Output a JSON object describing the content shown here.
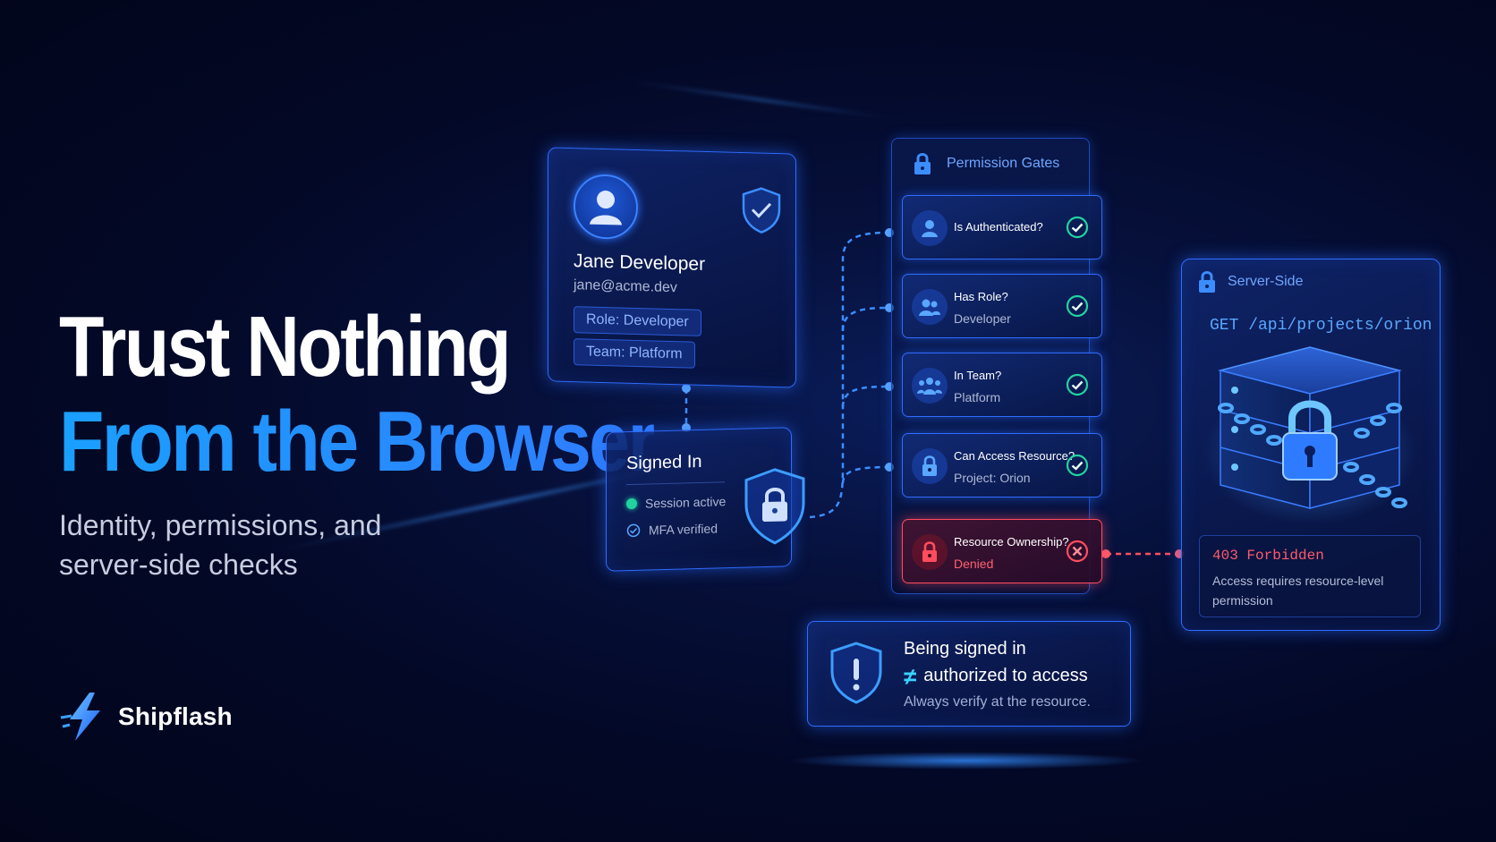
{
  "hero": {
    "title_line1": "Trust Nothing",
    "title_line2": "From the Browser",
    "subtitle": "Identity, permissions, and server-side checks"
  },
  "brand": {
    "name": "Shipflash",
    "icon": "lightning-bolt-icon"
  },
  "user_card": {
    "name": "Jane Developer",
    "email": "jane@acme.dev",
    "role_chip": "Role: Developer",
    "team_chip": "Team: Platform"
  },
  "signed_in": {
    "title": "Signed In",
    "session": "Session active",
    "mfa": "MFA verified"
  },
  "gates": {
    "title": "Permission Gates",
    "items": [
      {
        "label": "Is Authenticated?",
        "sub": "",
        "status": "pass",
        "icon": "user-icon"
      },
      {
        "label": "Has Role?",
        "sub": "Developer",
        "status": "pass",
        "icon": "users-icon"
      },
      {
        "label": "In Team?",
        "sub": "Platform",
        "status": "pass",
        "icon": "team-icon"
      },
      {
        "label": "Can Access Resource?",
        "sub": "Project: Orion",
        "status": "pass",
        "icon": "lock-icon"
      },
      {
        "label": "Resource Ownership?",
        "sub": "Denied",
        "status": "fail",
        "icon": "lock-icon"
      }
    ]
  },
  "server": {
    "title": "Server-Side",
    "endpoint": "GET /api/projects/orion",
    "error_title": "403 Forbidden",
    "error_text": "Access requires resource-level permission"
  },
  "note": {
    "line1": "Being signed in",
    "neq": "≠",
    "line2": "authorized to access",
    "line3": "Always verify at the resource."
  },
  "colors": {
    "accent": "#2f6cff",
    "title_blue": "#1e8dff",
    "success": "#22d3a0",
    "danger": "#ff4d5e",
    "background": "#030826"
  }
}
